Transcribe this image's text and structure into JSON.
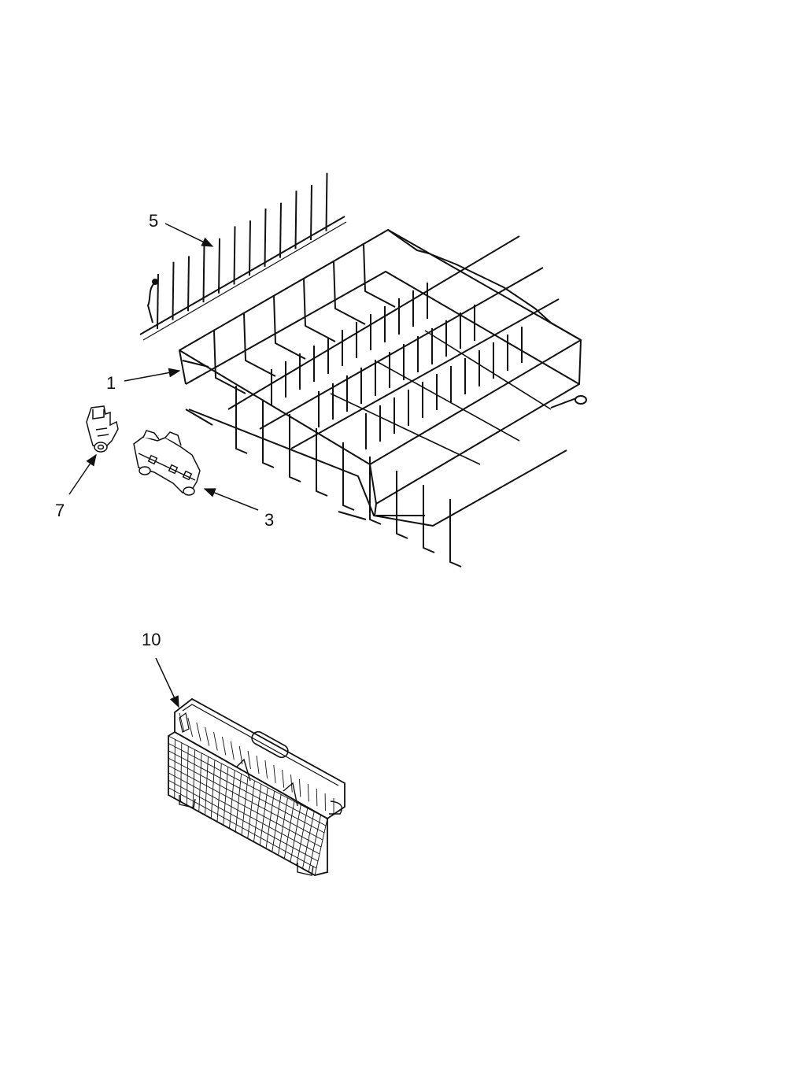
{
  "callouts": {
    "rack": "1",
    "roller_clip": "3",
    "tine_row": "5",
    "stop_clip": "7",
    "silverware_basket": "10"
  },
  "colors": {
    "ink": "#111111",
    "background": "#ffffff"
  }
}
